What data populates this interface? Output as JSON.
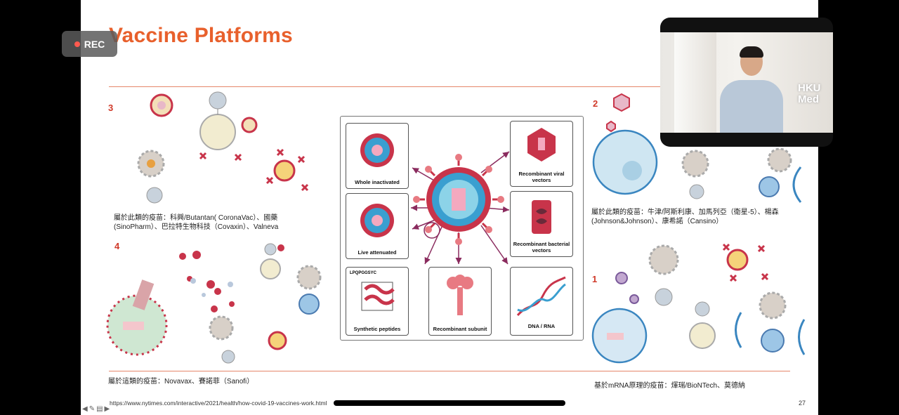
{
  "recording": {
    "label": "REC",
    "dot_color": "#ff5a4f"
  },
  "slide": {
    "title": "Vaccine Platforms",
    "title_color": "#e8602c",
    "page_number": "27",
    "source_url": "https://www.nytimes.com/interactive/2021/health/how-covid-19-vaccines-work.html"
  },
  "sections": {
    "s3": {
      "number": "3",
      "caption_line1": "屬於此類的疫苗：科興/Butantan( CoronaVac）、國藥",
      "caption_line2": "(SinoPharm）、巴拉特生物科技（Covaxin）、Valneva"
    },
    "s4": {
      "number": "4",
      "caption": "屬於這類的疫苗：Novavax、賽諾菲（Sanofi）"
    },
    "s2": {
      "number": "2",
      "caption_line1": "屬於此類的疫苗：牛津/阿斯利康、加馬列亞（衛星-5）、楊森",
      "caption_line2": "(Johnson&Johnson）、康希諾（Cansino）"
    },
    "s1": {
      "number": "1",
      "caption": "基於mRNA原理的疫苗：煇瑞/BioNTech、莫德納"
    }
  },
  "diagram": {
    "whole_inactivated": "Whole inactivated",
    "live_attenuated": "Live attenuated",
    "synthetic_peptides": "Synthetic peptides",
    "peptide_seq": "LPQPGGSYC",
    "recombinant_subunit": "Recombinant subunit",
    "recombinant_viral_1": "Recombinant viral",
    "recombinant_viral_2": "vectors",
    "recombinant_bacterial_1": "Recombinant bacterial",
    "recombinant_bacterial_2": "vectors",
    "dna_rna": "DNA / RNA"
  },
  "colors": {
    "virus_red": "#c8344a",
    "virus_blue": "#3aa6d6",
    "arrow": "#8a2b5e",
    "accent_rule": "#e5866a"
  },
  "camera": {
    "overlay": "HKU Med"
  }
}
